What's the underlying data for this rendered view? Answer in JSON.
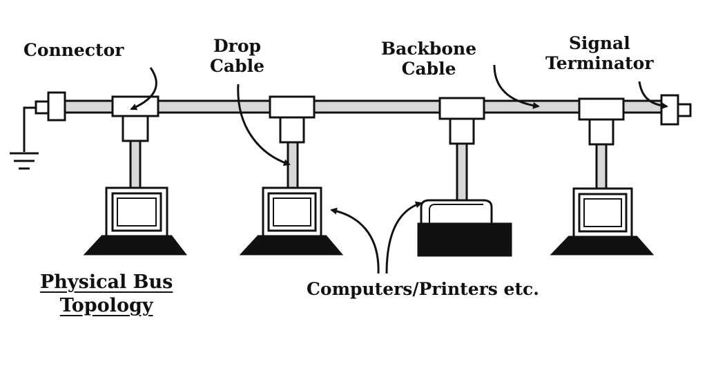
{
  "labels": {
    "connector": "Connector",
    "drop_cable": {
      "line1": "Drop",
      "line2": "Cable"
    },
    "backbone_cable": {
      "line1": "Backbone",
      "line2": "Cable"
    },
    "signal_terminator": {
      "line1": "Signal",
      "line2": "Terminator"
    },
    "devices": "Computers/Printers etc."
  },
  "title": {
    "line1": "Physical Bus",
    "line2": "Topology"
  },
  "colors": {
    "ink": "#111111",
    "background": "#ffffff",
    "fill": "#d8d8d8"
  }
}
